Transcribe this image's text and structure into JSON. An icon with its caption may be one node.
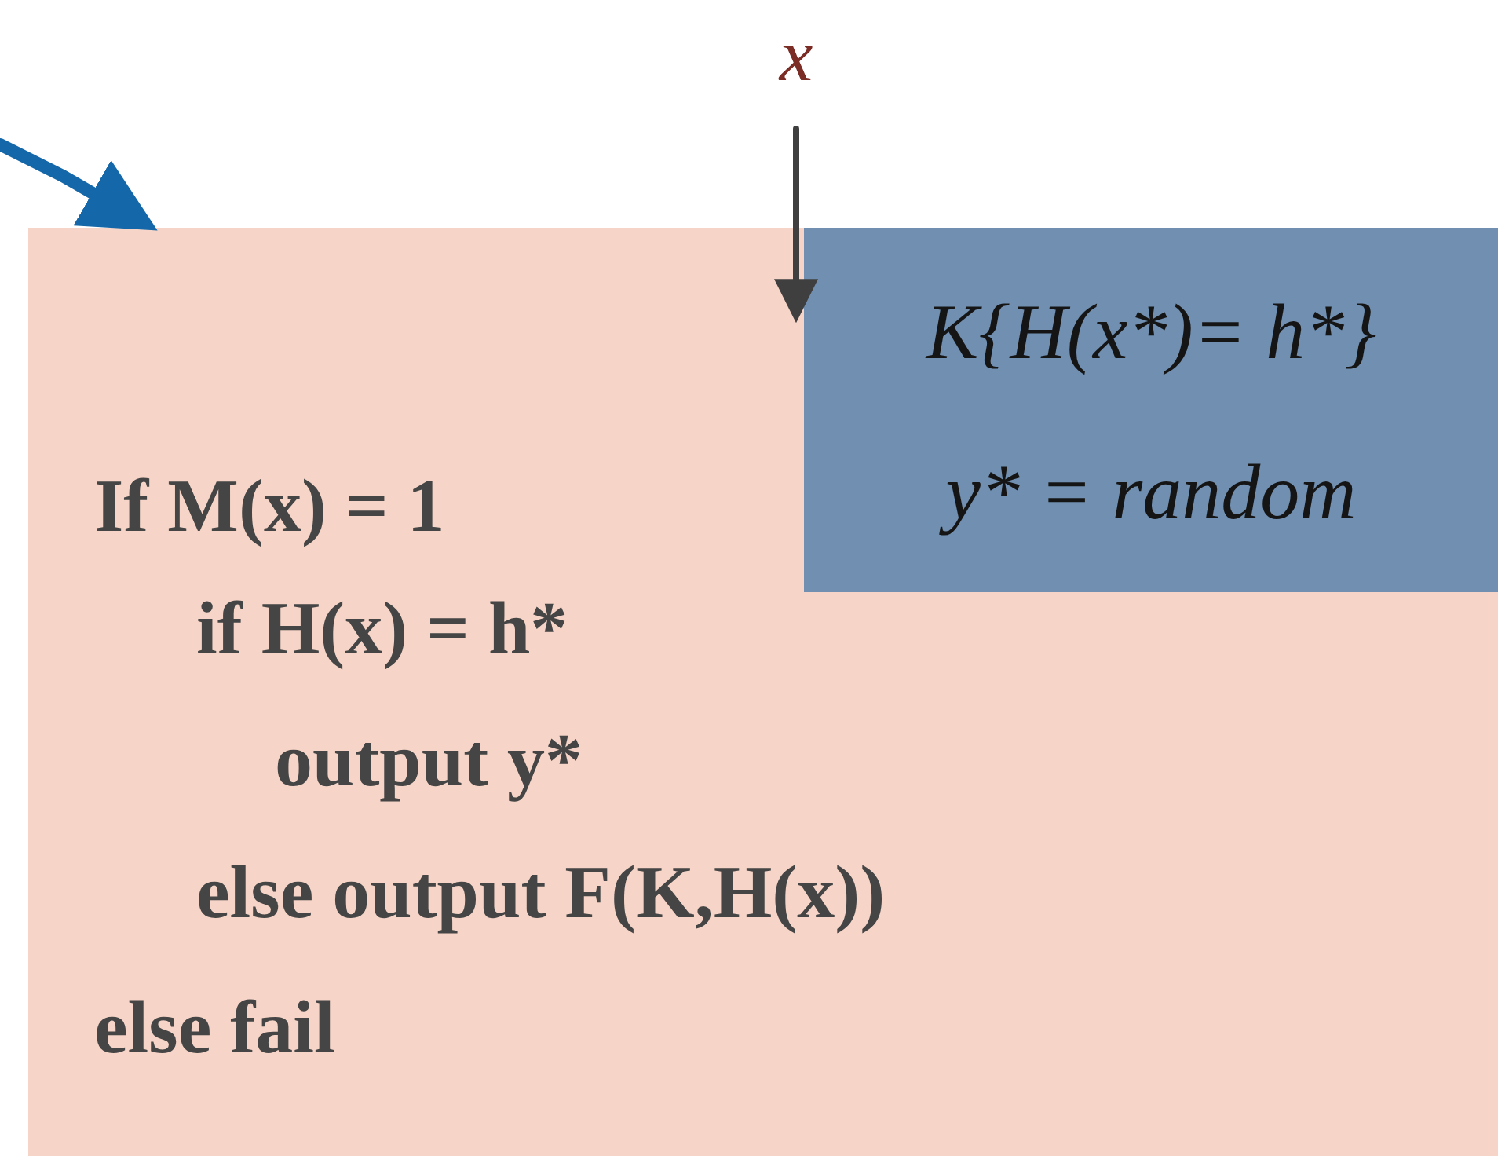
{
  "diagram": {
    "nodes": [
      {
        "text": [
          "If M(x) = 1",
          "if H(x) = h*",
          "output y*",
          "else output F(K,H(x))",
          "else fail"
        ]
      },
      {
        "text": [
          "K{H(x*)= h*}",
          "y* = random"
        ],
        "in": 0
      },
      {
        "text": [
          "x"
        ]
      }
    ],
    "edges": [
      {
        "from": 2,
        "to": 1,
        "arrow": "to"
      },
      {
        "from": null,
        "to": 0,
        "arrow": "to",
        "style": "thick",
        "color": "#1467a8"
      }
    ]
  }
}
